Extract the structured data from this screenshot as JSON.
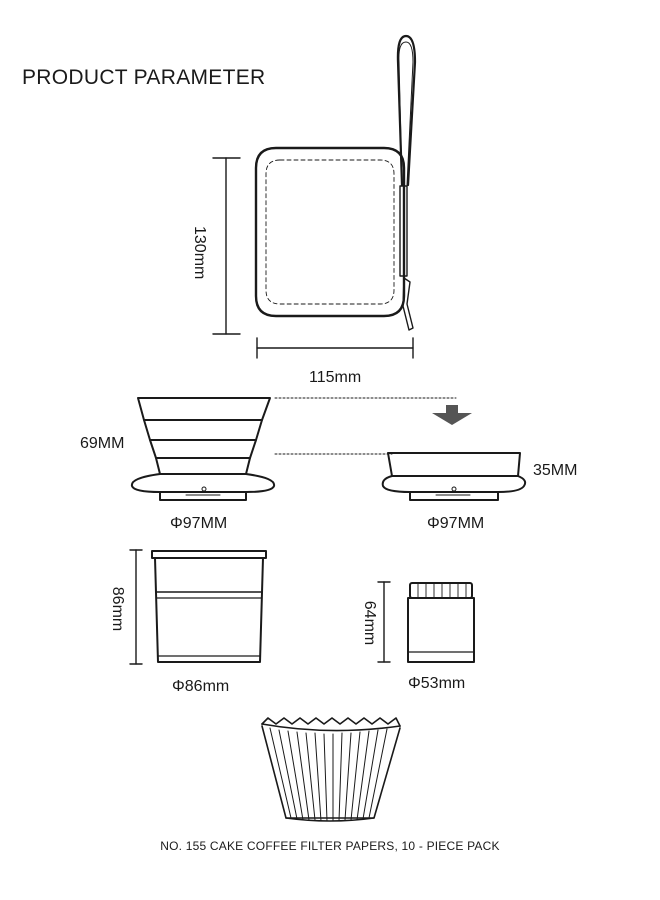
{
  "title": "PRODUCT PARAMETER",
  "bag": {
    "height_label": "130mm",
    "width_label": "115mm"
  },
  "dripper": {
    "height_label": "69MM",
    "diameter_label": "Φ97MM"
  },
  "dripper_folded": {
    "height_label": "35MM",
    "diameter_label": "Φ97MM"
  },
  "cup_large": {
    "height_label": "86mm",
    "diameter_label": "Φ86mm"
  },
  "cup_small": {
    "height_label": "64mm",
    "diameter_label": "Φ53mm"
  },
  "filter_caption": "NO. 155 CAKE COFFEE FILTER PAPERS, 10 - PIECE PACK"
}
